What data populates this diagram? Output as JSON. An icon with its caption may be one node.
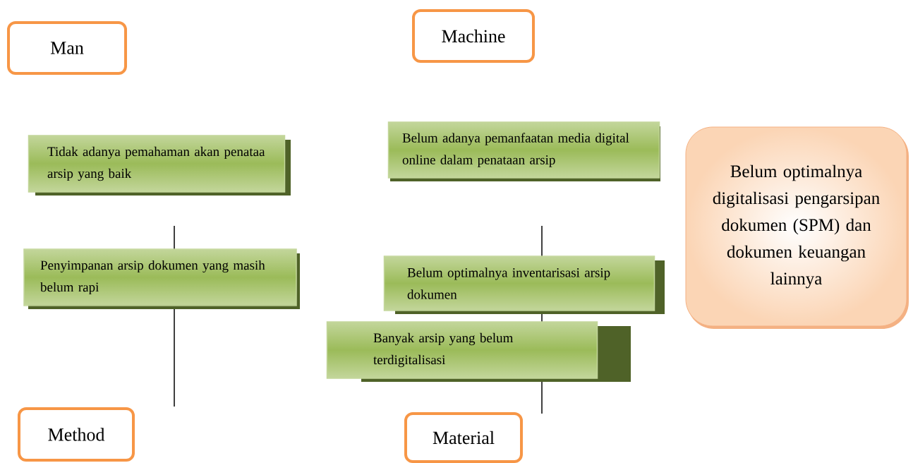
{
  "diagram": {
    "nodes": [
      {
        "text": [
          "Man"
        ]
      },
      {
        "text": [
          "Machine"
        ]
      },
      {
        "text": [
          "Tidak adanya pemahaman akan penataa arsip yang baik"
        ]
      },
      {
        "text": [
          "Penyimpanan arsip dokumen yang masih belum rapi"
        ]
      },
      {
        "text": [
          "Belum adanya pemanfaatan media digital online dalam penataan arsip"
        ]
      },
      {
        "text": [
          "Belum optimalnya inventarisasi arsip dokumen"
        ]
      },
      {
        "text": [
          "Banyak arsip yang belum terdigitalisasi"
        ]
      },
      {
        "text": [
          "Belum optimalnya digitalisasi pengarsipan dokumen (SPM) dan dokumen keuangan lainnya"
        ]
      },
      {
        "text": [
          "Method"
        ]
      },
      {
        "text": [
          "Material"
        ]
      }
    ]
  }
}
